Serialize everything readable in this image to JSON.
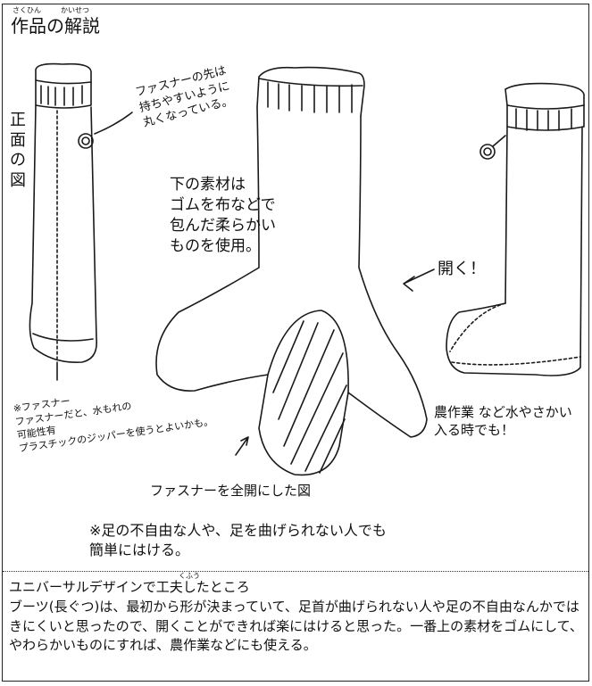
{
  "title": "作品の解説",
  "title_ruby": {
    "left": "さくひん",
    "right": "かいせつ"
  },
  "front_view_label": "正面の図",
  "note_zipper_tab": "ファスナーの先は\n持ちやすいように\n丸くなっている。",
  "note_material": "下の素材は\nゴムを布などで\n包んだ柔らかい\nものを使用。",
  "note_open": "開く！",
  "note_zipper_warning": "※ファスナー\nファスナーだと、水もれの\n可能性有\nプラスチックのジッパーを使うとよいかも。",
  "note_fully_open": "ファスナーを全開にした図",
  "note_farming": "農作業 など水やさかい\n入る時でも！",
  "note_easy": "※足の不自由な人や、足を曲げられない人でも\n簡単にはける。",
  "section": {
    "heading": "ユニバーサルデザインで工夫したところ",
    "heading_ruby": "くふう",
    "body": "ブーツ(長ぐつ)は、最初から形が決まっていて、足首が曲げられない人や足の不自由なんかではきにくいと思ったので、開くことができれば楽にはけると思った。一番上の素材をゴムにして、やわらかいものにすれば、農作業などにも使える。"
  }
}
